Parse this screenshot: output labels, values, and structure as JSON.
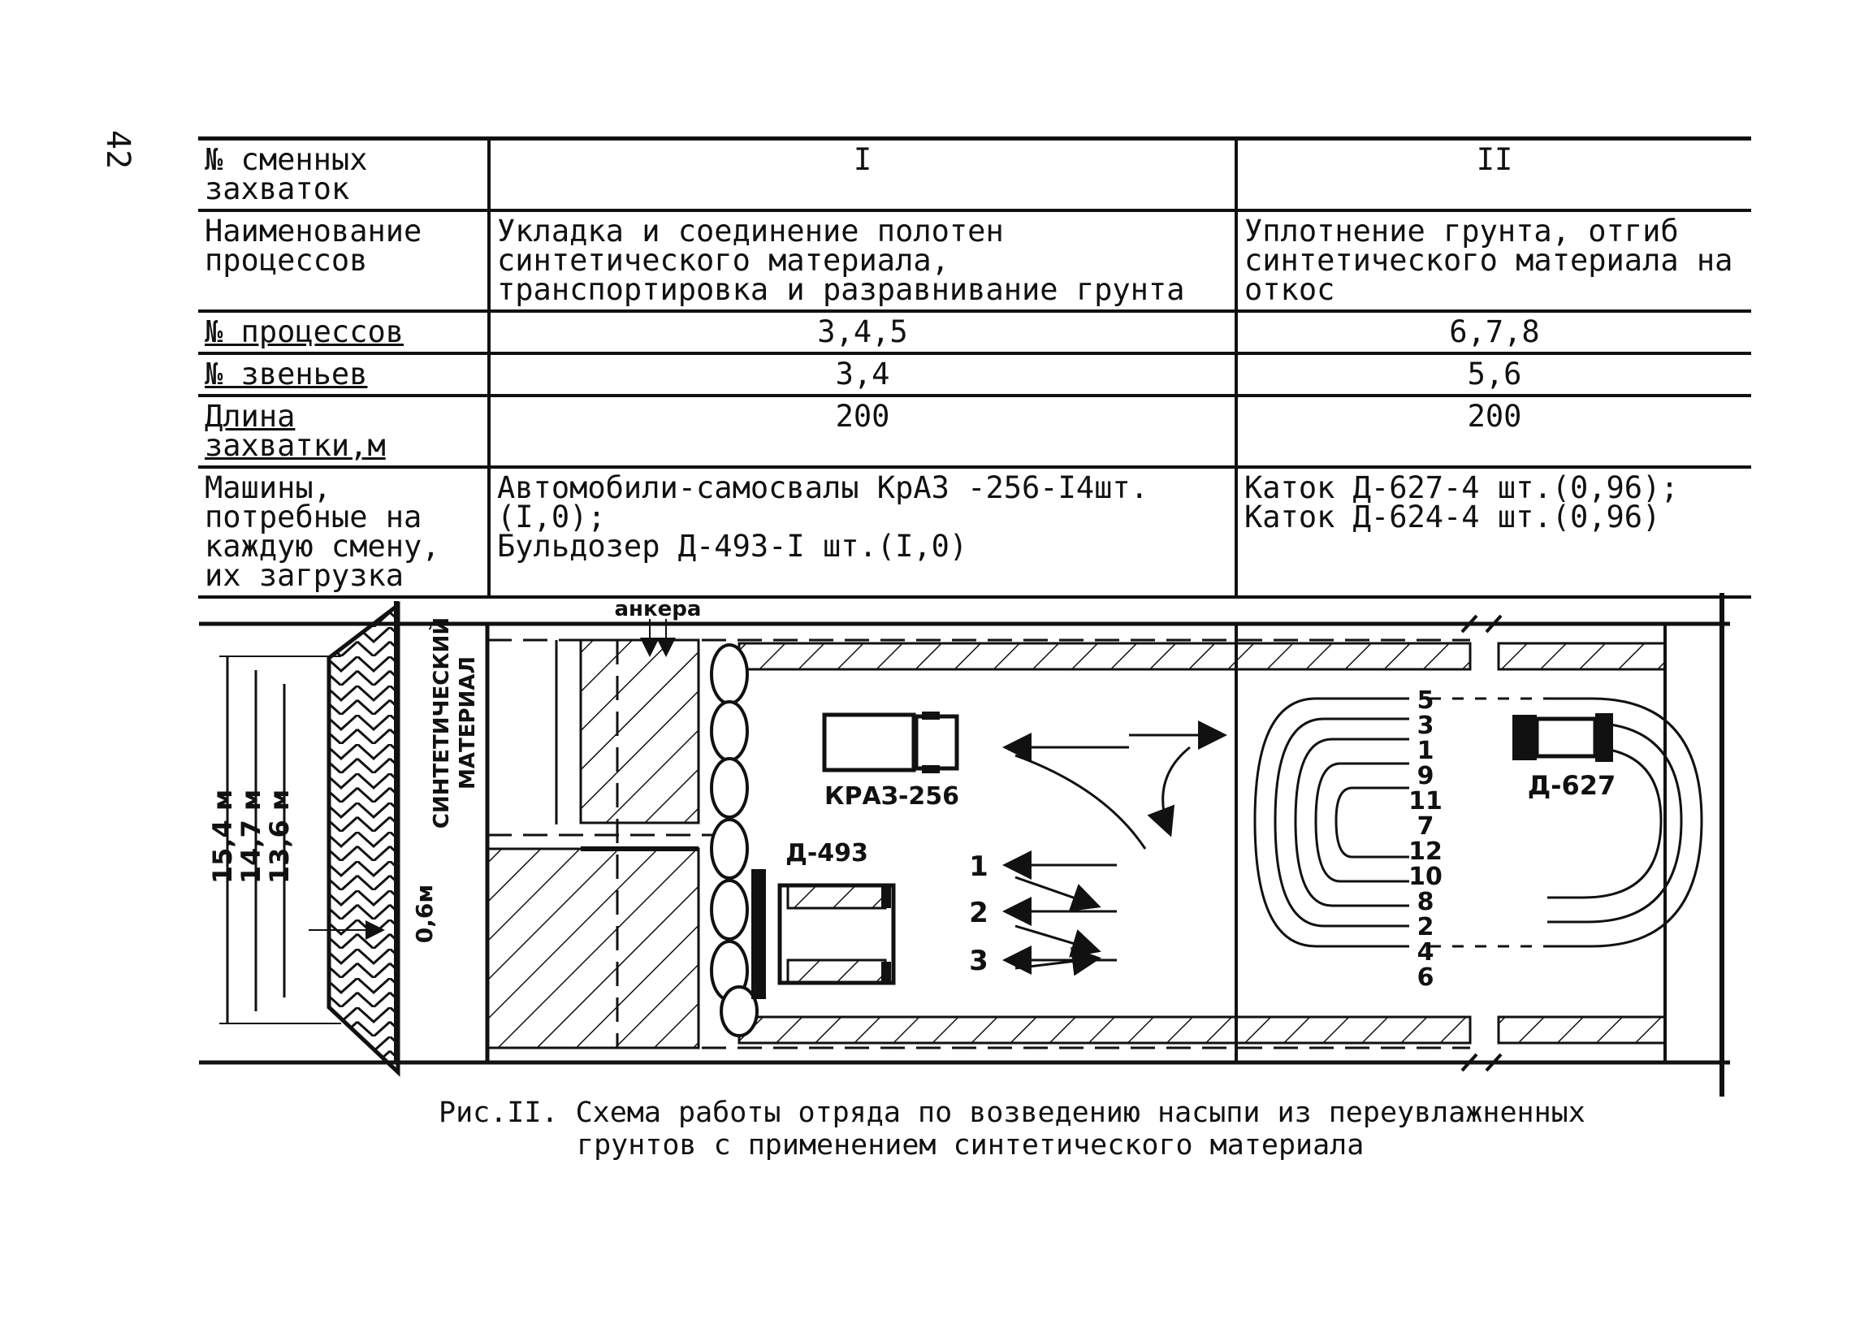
{
  "page_number": "42",
  "table": {
    "header_label": "№ сменных захваток",
    "col_I": "I",
    "col_II": "II",
    "rows": [
      {
        "label": "Наименование процессов",
        "I": "Укладка и соединение полотен синтетического материала, транспортировка и разравнивание грунта",
        "II": "Уплотнение грунта, отгиб синтетического материала на откос"
      },
      {
        "label": "№ процессов",
        "I": "3,4,5",
        "II": "6,7,8"
      },
      {
        "label": "№ звеньев",
        "I": "3,4",
        "II": "5,6"
      },
      {
        "label": "Длина захватки,м",
        "I": "200",
        "II": "200"
      },
      {
        "label": "Машины, потребные на каждую смену, их загрузка",
        "I_line1": "Автомобили-самосвалы КрАЗ -256-I4шт.(I,0);",
        "I_line2": "Бульдозер Д-493-I шт.(I,0)",
        "II_line1": "Каток Д-627-4 шт.(0,96);",
        "II_line2": "Каток Д-624-4 шт.(0,96)"
      }
    ]
  },
  "scheme": {
    "dim_total": "15,4 м",
    "dim_mid": "14,7 м",
    "dim_inner": "13,6 м",
    "dim_gap": "0,6м",
    "material_label_1": "СИНТЕТИЧЕСКИЙ",
    "material_label_2": "МАТЕРИАЛ",
    "anchor_label": "анкера",
    "truck_label": "КРАЗ-256",
    "bulldozer_label": "Д-493",
    "roller_label": "Д-627",
    "pass_numbers_left": [
      "1",
      "2",
      "3"
    ],
    "pass_numbers_right": [
      "5",
      "3",
      "1",
      "9",
      "11",
      "7",
      "12",
      "10",
      "8",
      "2",
      "4",
      "6"
    ]
  },
  "caption": {
    "line1": "Рис.II. Схема работы отряда по возведению насыпи из переувлажненных",
    "line2": "грунтов с применением синтетического материала"
  }
}
